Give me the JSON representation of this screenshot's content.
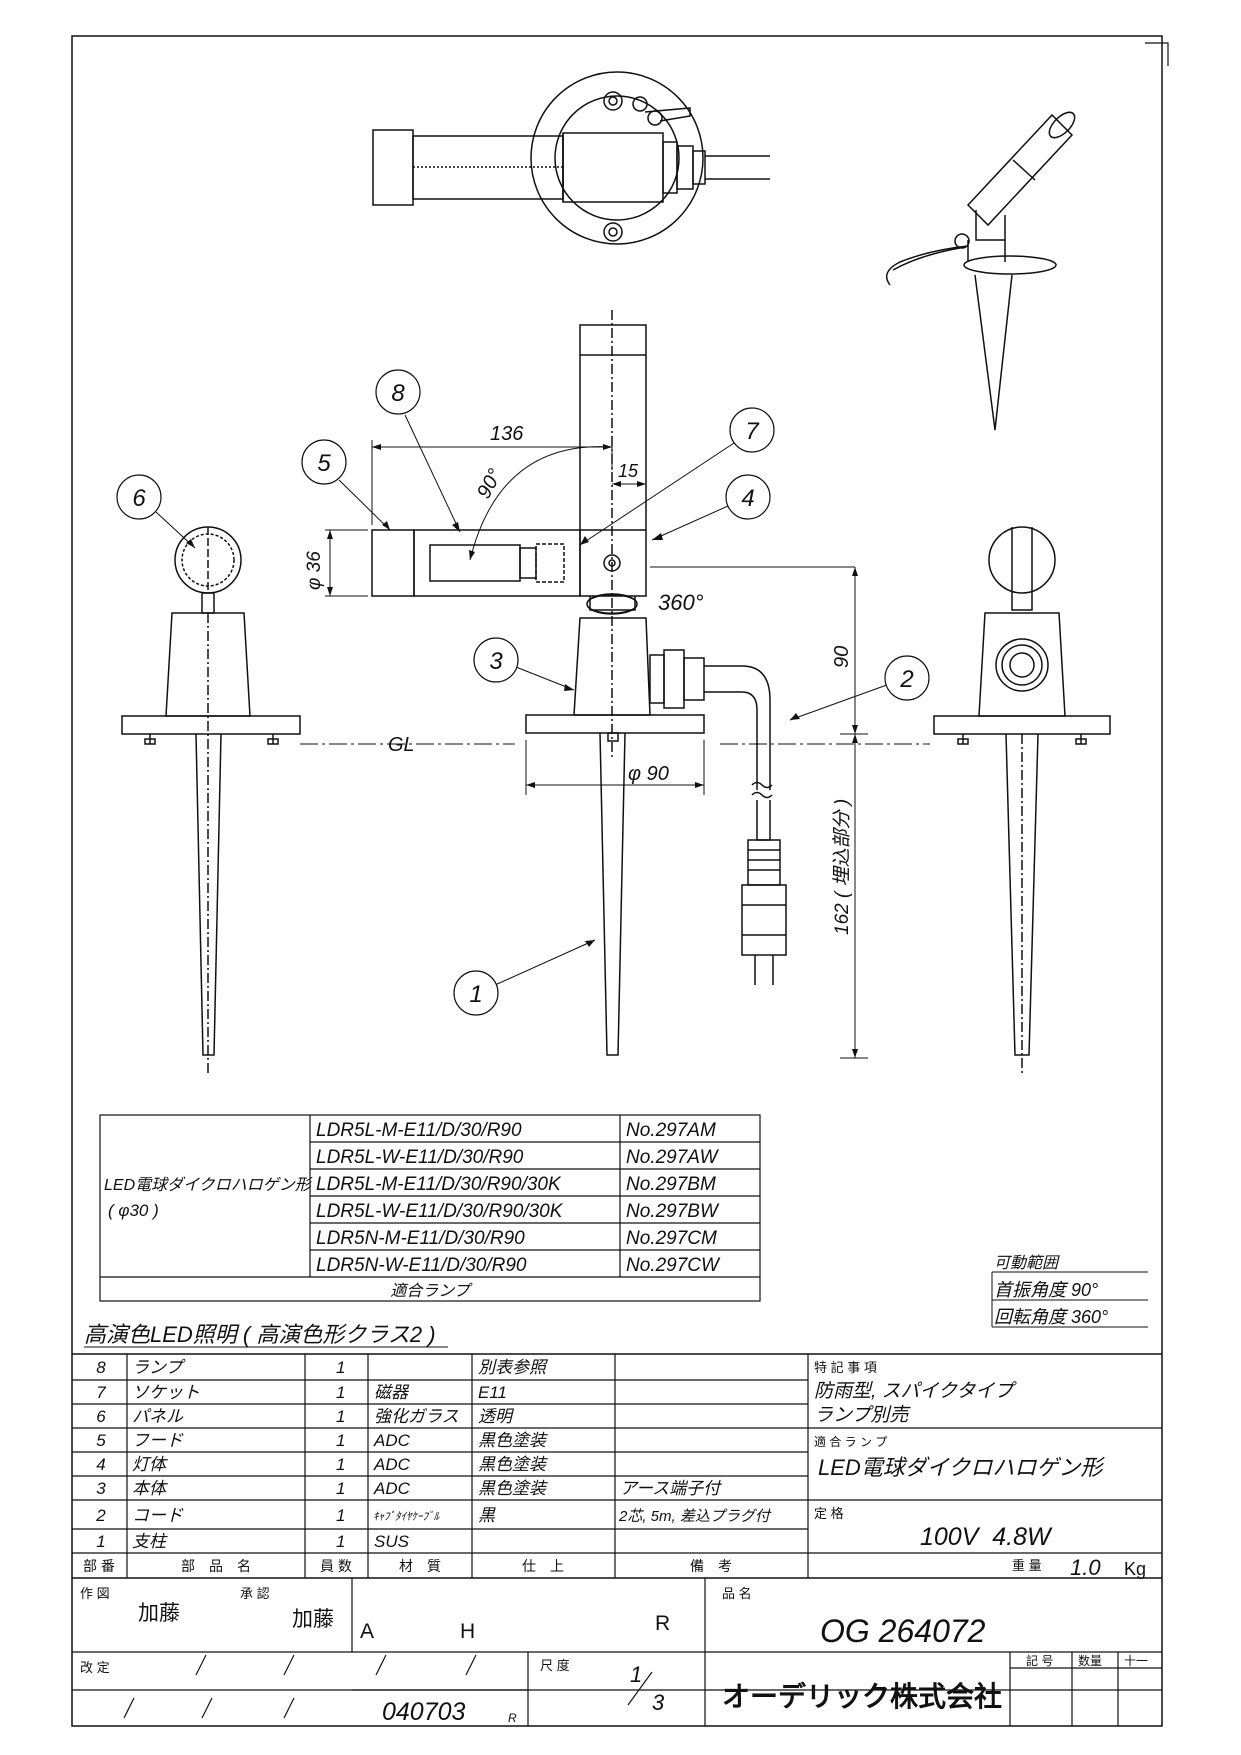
{
  "dimensions": {
    "d136": "136",
    "d15": "15",
    "d90deg": "90°",
    "d36": "φ 36",
    "d360deg": "360°",
    "d90": "90",
    "d162": "162 ( 埋込部分 )",
    "dphi90": "φ 90",
    "gl": "GL"
  },
  "balloons": [
    "1",
    "2",
    "3",
    "4",
    "5",
    "6",
    "7",
    "8"
  ],
  "lamp_table": {
    "group_label_1": "LED電球ダイクロハロゲン形",
    "group_label_2": "( φ30 )",
    "footer": "適合ランプ",
    "rows": [
      {
        "model": "LDR5L-M-E11/D/30/R90",
        "no": "No.297AM"
      },
      {
        "model": "LDR5L-W-E11/D/30/R90",
        "no": "No.297AW"
      },
      {
        "model": "LDR5L-M-E11/D/30/R90/30K",
        "no": "No.297BM"
      },
      {
        "model": "LDR5L-W-E11/D/30/R90/30K",
        "no": "No.297BW"
      },
      {
        "model": "LDR5N-M-E11/D/30/R90",
        "no": "No.297CM"
      },
      {
        "model": "LDR5N-W-E11/D/30/R90",
        "no": "No.297CW"
      }
    ]
  },
  "movable_range": {
    "title": "可動範囲",
    "tilt": "首振角度 90°",
    "rotate": "回転角度 360°"
  },
  "product_heading": "高演色LED照明 ( 高演色形クラス2 )",
  "parts": {
    "header": {
      "no": "部 番",
      "name": "部　品　名",
      "qty": "員 数",
      "material": "材　質",
      "finish": "仕　上",
      "remarks": "備　考"
    },
    "rows": [
      {
        "no": "8",
        "name": "ランプ",
        "qty": "1",
        "material": "",
        "finish": "別表参照",
        "remarks": ""
      },
      {
        "no": "7",
        "name": "ソケット",
        "qty": "1",
        "material": "磁器",
        "finish": "E11",
        "remarks": ""
      },
      {
        "no": "6",
        "name": "パネル",
        "qty": "1",
        "material": "強化ガラス",
        "finish": "透明",
        "remarks": ""
      },
      {
        "no": "5",
        "name": "フード",
        "qty": "1",
        "material": "ADC",
        "finish": "黒色塗装",
        "remarks": ""
      },
      {
        "no": "4",
        "name": "灯体",
        "qty": "1",
        "material": "ADC",
        "finish": "黒色塗装",
        "remarks": ""
      },
      {
        "no": "3",
        "name": "本体",
        "qty": "1",
        "material": "ADC",
        "finish": "黒色塗装",
        "remarks": "アース端子付"
      },
      {
        "no": "2",
        "name": "コード",
        "qty": "1",
        "material": "ｷｬﾌﾞﾀｲﾔｹｰﾌﾞﾙ",
        "finish": "黒",
        "remarks": "2芯, 5m, 差込プラグ付"
      },
      {
        "no": "1",
        "name": "支柱",
        "qty": "1",
        "material": "SUS",
        "finish": "",
        "remarks": ""
      }
    ]
  },
  "special_notes": {
    "label": "特 記 事 項",
    "line1": "防雨型, スパイクタイプ",
    "line2": "ランプ別売"
  },
  "compatible_lamp": {
    "label": "適 合 ラ ン プ",
    "value": "LED電球ダイクロハロゲン形"
  },
  "rating": {
    "label": "定 格",
    "value": "100V  4.8W"
  },
  "weight": {
    "label": "重 量",
    "value": "1.0",
    "unit": "Kg"
  },
  "title_block": {
    "drawn_label": "作 図",
    "drawn_by": "加藤",
    "approved_label": "承 認",
    "approved_by": "加藤",
    "codes": [
      "A",
      "H",
      "R"
    ],
    "product_name_label": "品 名",
    "product_name": "OG 264072",
    "revision_label": "改 定",
    "scale_label": "尺 度",
    "scale_num": "1",
    "scale_den": "3",
    "date": "040703",
    "date_suffix": "R",
    "company": "オーデリック株式会社",
    "symbol_label": "記 号",
    "qty_label": "数量",
    "plusminus_label": "十一"
  }
}
